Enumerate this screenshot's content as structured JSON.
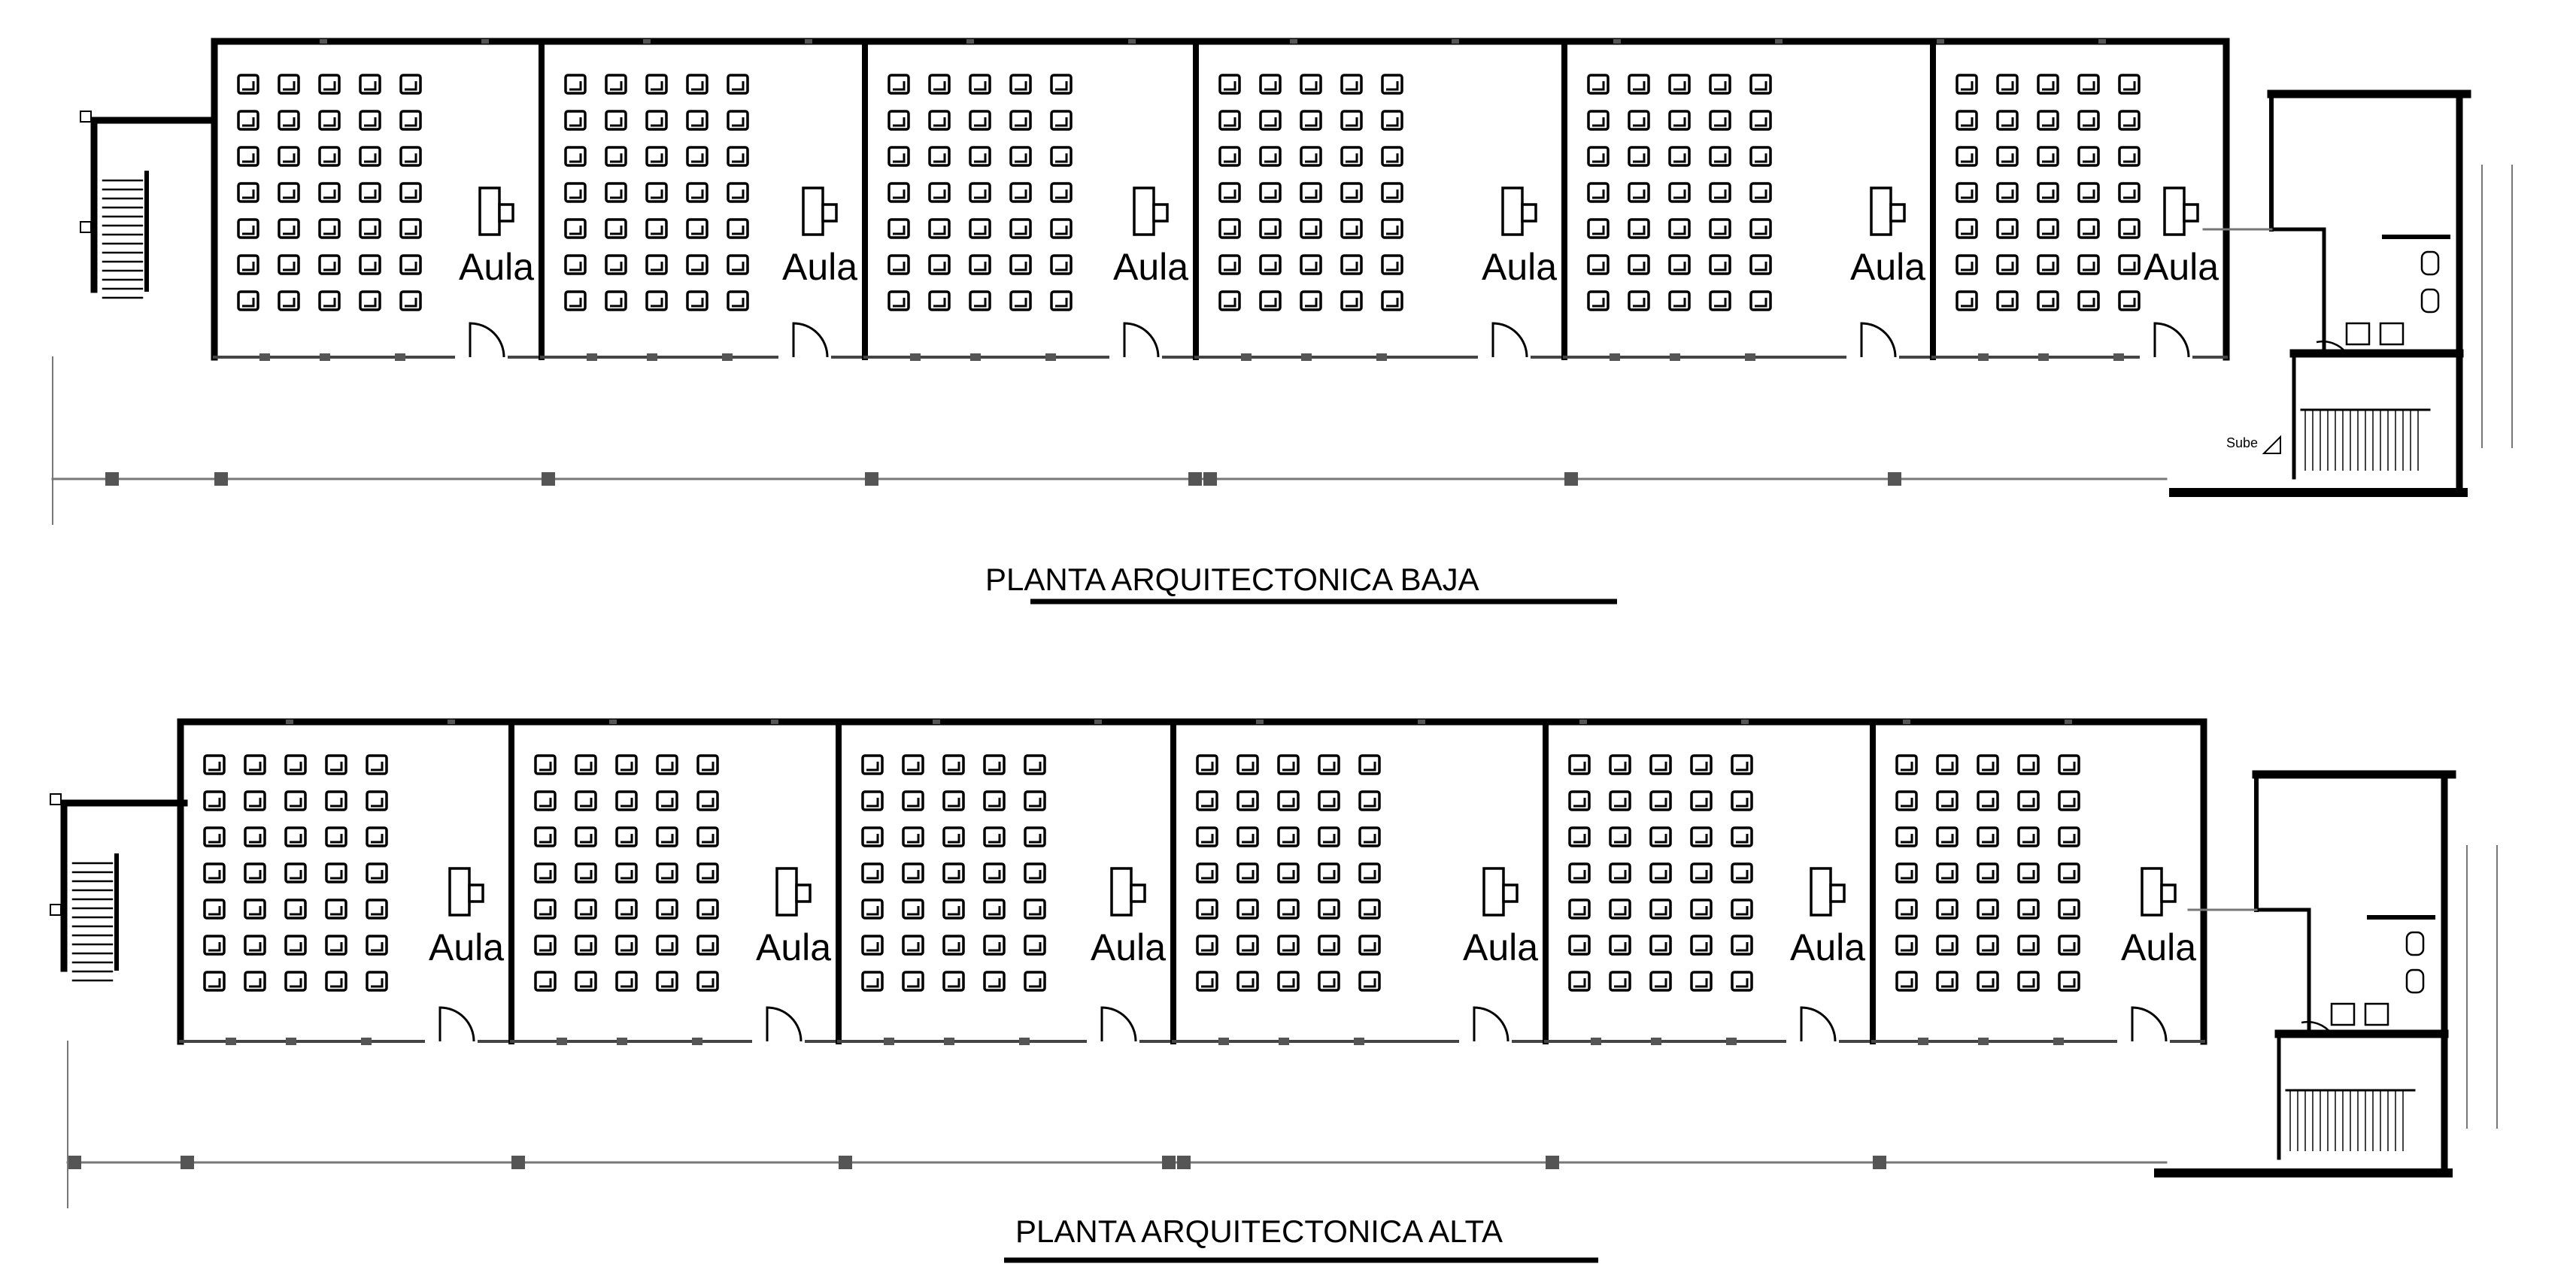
{
  "plans": [
    {
      "id": "baja",
      "title": "PLANTA ARQUITECTONICA BAJA",
      "room_label": "Aula",
      "room_count": 6,
      "stair_label": "Sube"
    },
    {
      "id": "alta",
      "title": "PLANTA ARQUITECTONICA ALTA",
      "room_label": "Aula",
      "room_count": 6
    }
  ],
  "desk_grid": {
    "rows": 7,
    "cols": 5
  },
  "colors": {
    "line": "#000000",
    "thin": "#777777",
    "column": "#555555",
    "background": "#ffffff"
  }
}
